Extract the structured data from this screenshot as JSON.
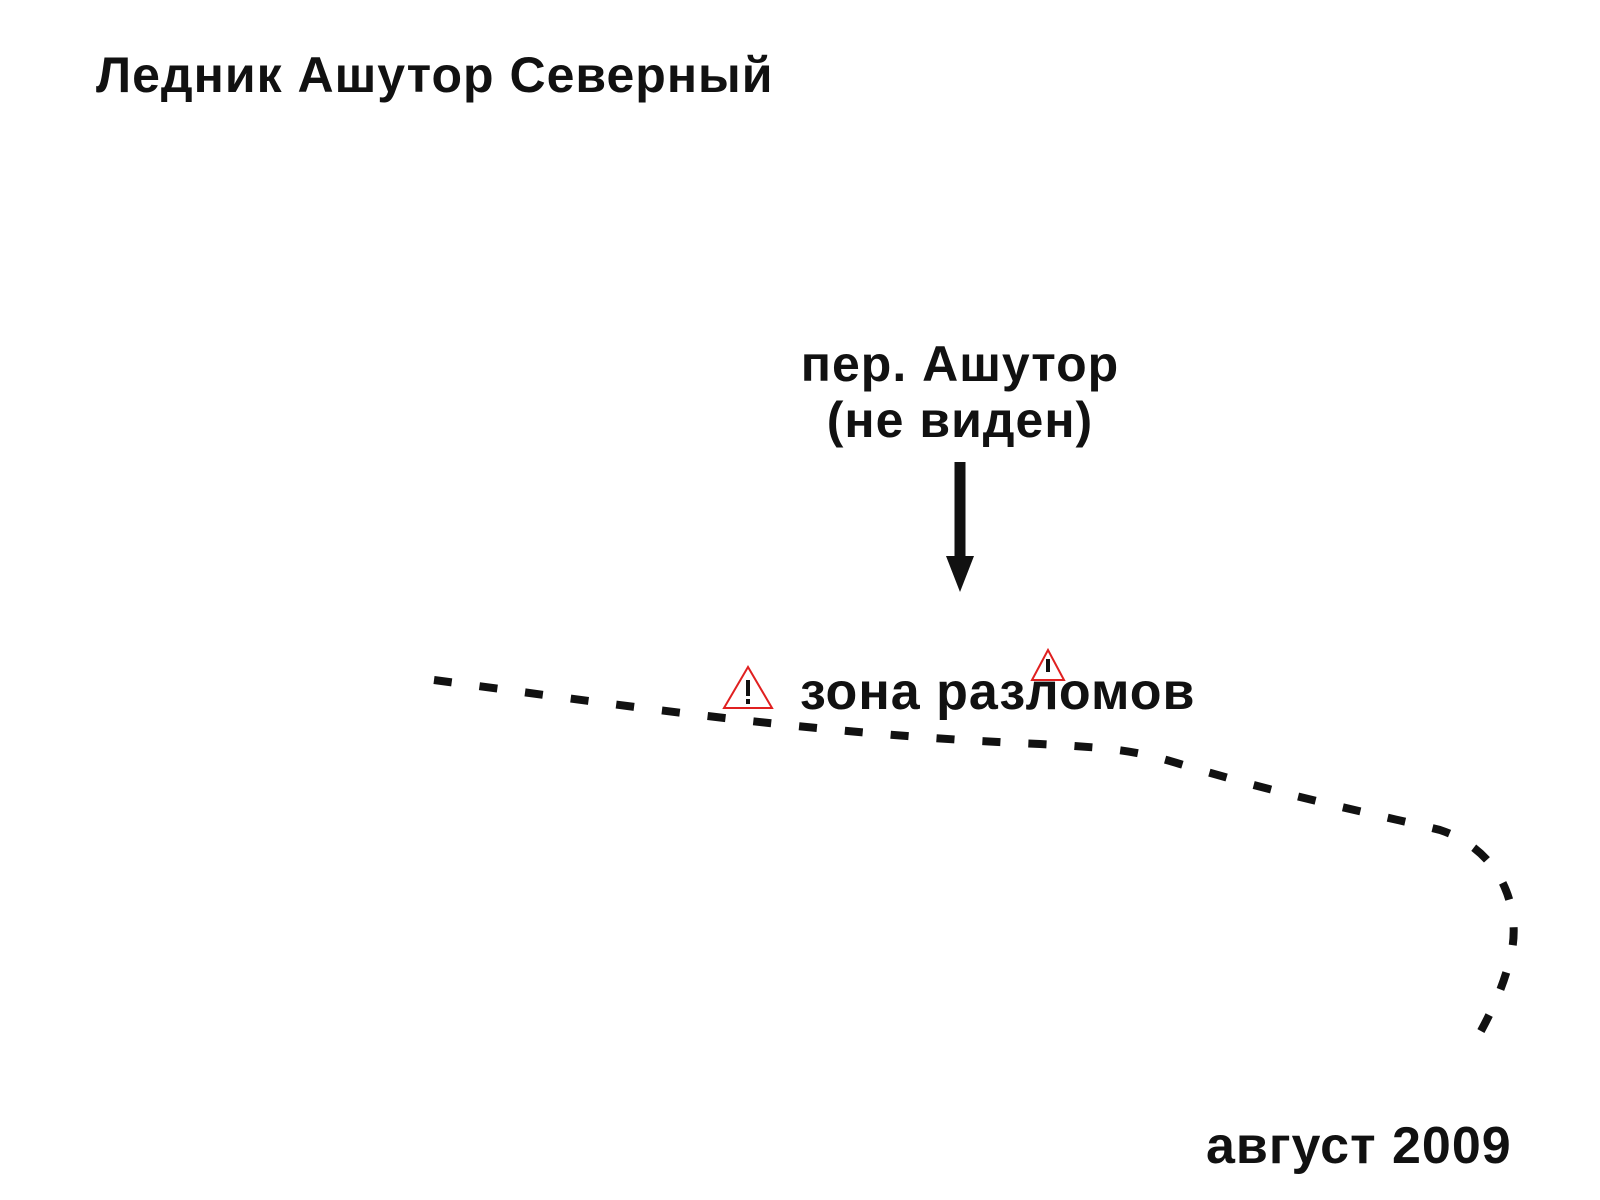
{
  "title": "Ледник Ашутор Северный",
  "pass": {
    "line1": "пер. Ашутор",
    "line2": "(не виден)"
  },
  "rift_zone": {
    "label": "зона разломов",
    "icon": "warning-triangle-icon",
    "icon_color": "#e02020"
  },
  "date": "август 2009",
  "colors": {
    "ink": "#111111",
    "background": "#ffffff",
    "warning": "#e02020"
  }
}
